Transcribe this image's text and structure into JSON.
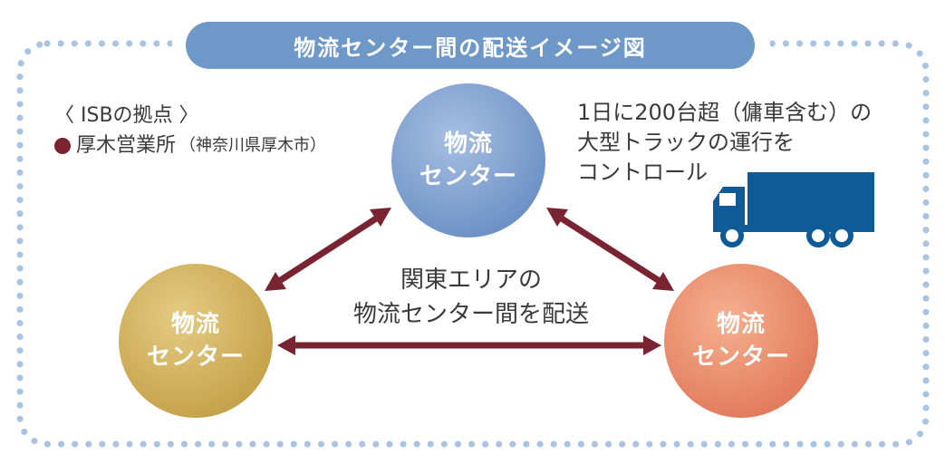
{
  "title": "物流センター間の配送イメージ図",
  "base": {
    "heading": "〈 ISBの拠点 〉",
    "item_name": "厚木営業所",
    "item_location": "（神奈川県厚木市）"
  },
  "truck_note": {
    "line1": "1日に200台超（傭車含む）の",
    "line2": "大型トラックの運行を",
    "line3": "コントロール"
  },
  "center_note": {
    "line1": "関東エリアの",
    "line2": "物流センター間を配送"
  },
  "nodes": [
    {
      "line1": "物流",
      "line2": "センター",
      "color_light": "#9db6dc",
      "color_dark": "#6a8fc4"
    },
    {
      "line1": "物流",
      "line2": "センター",
      "color_light": "#e0c578",
      "color_dark": "#c49f48"
    },
    {
      "line1": "物流",
      "line2": "センター",
      "color_light": "#f4a785",
      "color_dark": "#e0795a"
    }
  ],
  "colors": {
    "arrow": "#7a2431",
    "border_dots": "#a9c3e2",
    "truck": "#0f5b98"
  }
}
